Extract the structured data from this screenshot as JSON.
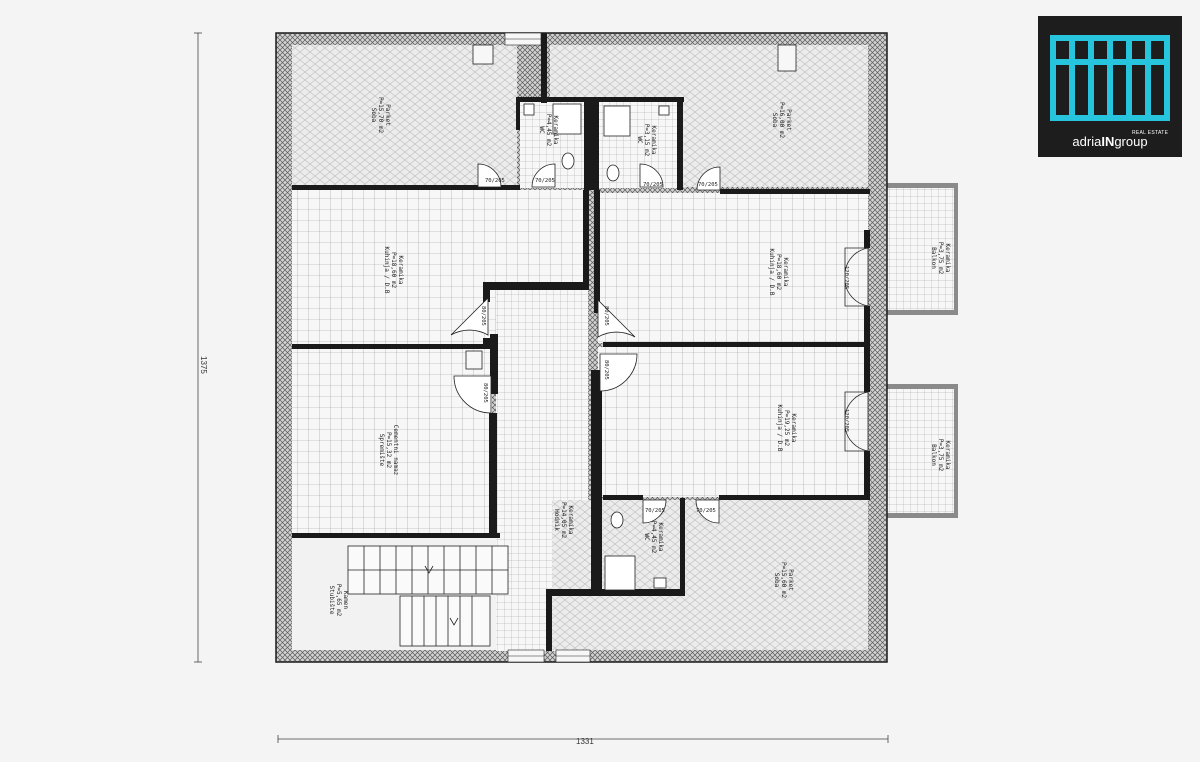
{
  "dimensions": {
    "vertical": "1375",
    "horizontal": "1331"
  },
  "logo": {
    "brand_before": "adria",
    "brand_accent": "IN",
    "brand_after": "group",
    "subline": "REAL ESTATE",
    "accent_color": "#27c4dd",
    "background_color": "#1d1d1d"
  },
  "rooms": [
    {
      "id": "soba-nw",
      "name": "Soba",
      "area": "P=15,70 m2",
      "floor": "Parket"
    },
    {
      "id": "wc-1",
      "name": "WC",
      "area": "P=4,45 m2",
      "floor": "Keramika"
    },
    {
      "id": "wc-2",
      "name": "WC",
      "area": "P=3,15 m2",
      "floor": "Keramika"
    },
    {
      "id": "soba-ne",
      "name": "Soba",
      "area": "P=16,00 m2",
      "floor": "Parket"
    },
    {
      "id": "kuhinja-left",
      "name": "Kuhinja / D.B",
      "area": "P=18,60 m2",
      "floor": "Keramika"
    },
    {
      "id": "kuhinja-right-top",
      "name": "Kuhinja / D.B",
      "area": "P=18,60 m2",
      "floor": "Keramika"
    },
    {
      "id": "balkon-top",
      "name": "Balkon",
      "area": "P=3,75 m2",
      "floor": "Keramika"
    },
    {
      "id": "spremiste",
      "name": "Spremište",
      "area": "P=15,32 m2",
      "floor": "Cementni namaz"
    },
    {
      "id": "hodnik",
      "name": "Hodnik",
      "area": "P=14,05 m2",
      "floor": "Keramika"
    },
    {
      "id": "kuhinja-right-mid",
      "name": "Kuhinja / D.B",
      "area": "P=19,25 m2",
      "floor": "Keramika"
    },
    {
      "id": "balkon-bottom",
      "name": "Balkon",
      "area": "P=3,75 m2",
      "floor": "Keramika"
    },
    {
      "id": "wc-3",
      "name": "WC",
      "area": "P=4,45 m2",
      "floor": "Keramika"
    },
    {
      "id": "soba-se",
      "name": "Soba",
      "area": "P=15,60 m2",
      "floor": "Parket"
    },
    {
      "id": "stubiste",
      "name": "Stubište",
      "area": "P=5,65 m2",
      "floor": "Kamen"
    }
  ],
  "door_labels": [
    {
      "id": "d1",
      "text": "70/205"
    },
    {
      "id": "d2",
      "text": "70/205"
    },
    {
      "id": "d3",
      "text": "70/205"
    },
    {
      "id": "d4",
      "text": "70/205"
    },
    {
      "id": "d5",
      "text": "80/205"
    },
    {
      "id": "d6",
      "text": "80/205"
    },
    {
      "id": "d7",
      "text": "80/205"
    },
    {
      "id": "d8",
      "text": "80/205"
    },
    {
      "id": "d9",
      "text": "120/205"
    },
    {
      "id": "d10",
      "text": "120/205"
    },
    {
      "id": "d11",
      "text": "70/205"
    },
    {
      "id": "d12",
      "text": "70/205"
    }
  ]
}
